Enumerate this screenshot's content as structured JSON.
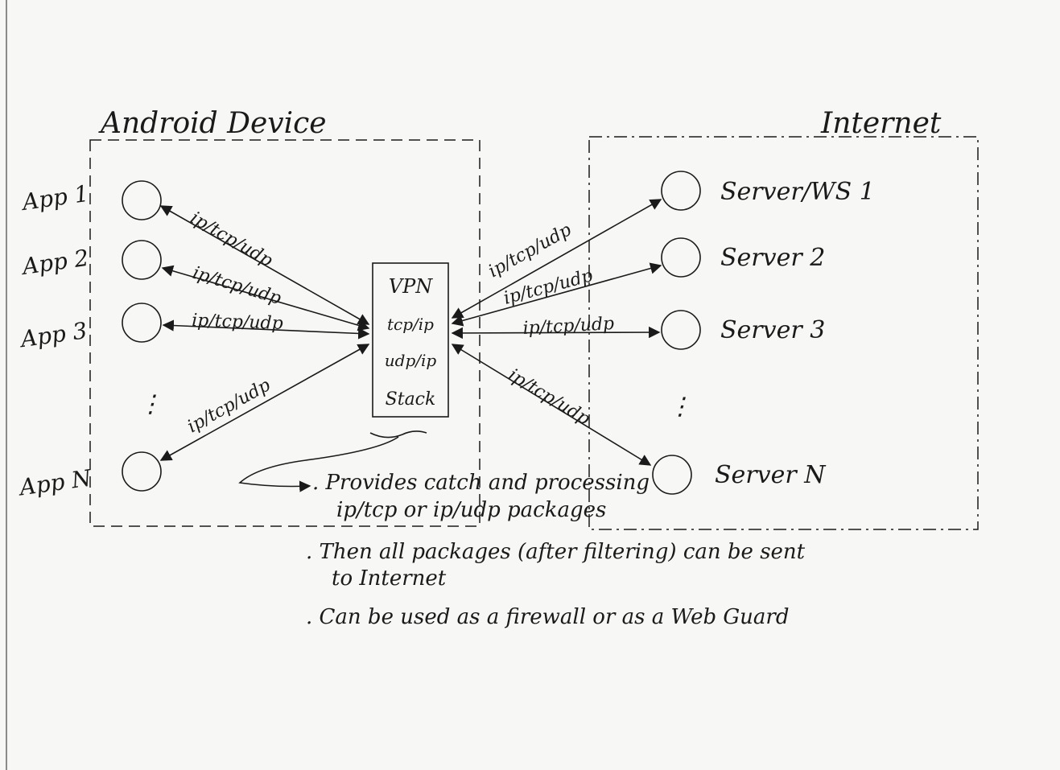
{
  "device_label": "Android Device",
  "internet_label": "Internet",
  "apps": [
    "App 1",
    "App 2",
    "App 3",
    "App N"
  ],
  "servers": [
    "Server/WS 1",
    "Server 2",
    "Server 3",
    "Server N"
  ],
  "vpn": {
    "lines": [
      "VPN",
      "tcp/ip",
      "udp/ip",
      "Stack"
    ]
  },
  "link_label": "ip/tcp/udp",
  "ellipsis": "⋮",
  "notes": [
    ". Provides catch and processing",
    "ip/tcp or ip/udp packages",
    ". Then all packages (after filtering) can be sent",
    "to Internet",
    ". Can be used as a firewall or as a Web Guard"
  ]
}
